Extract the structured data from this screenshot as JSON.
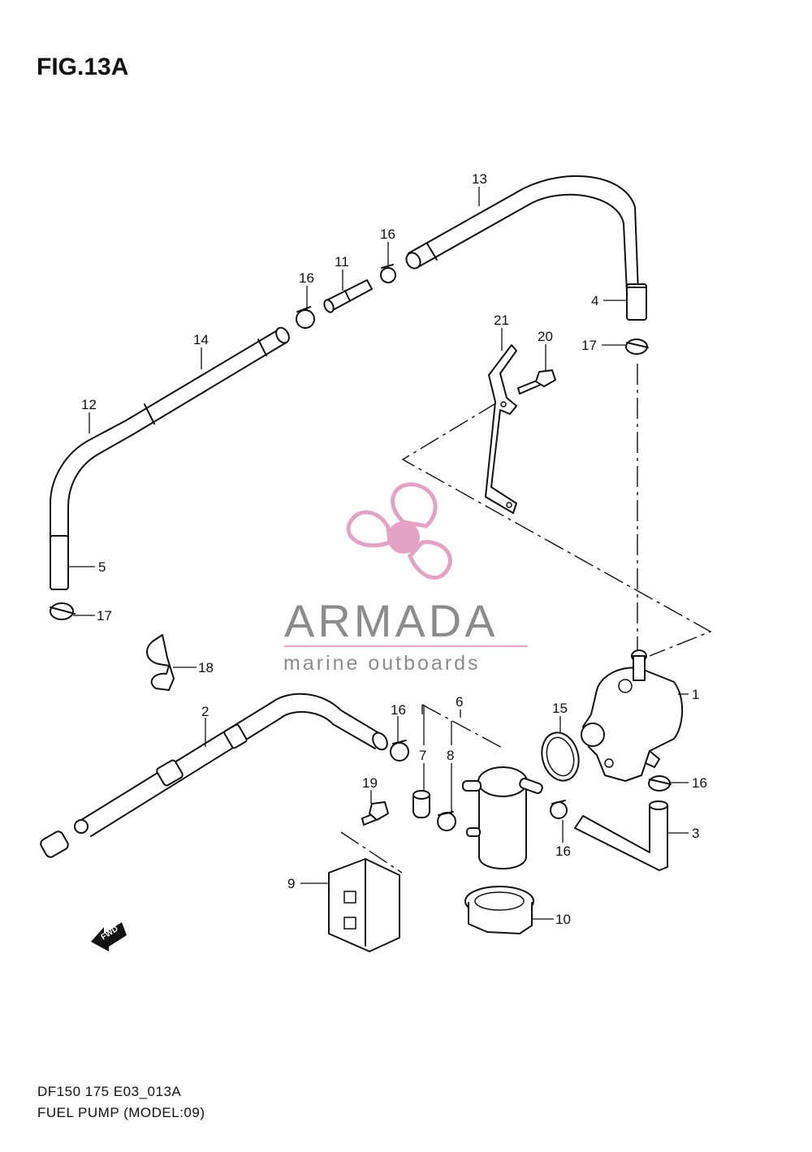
{
  "figure": {
    "title": "FIG.13A"
  },
  "watermark": {
    "brand": "ARMADA",
    "tagline": "marine outboards",
    "accent_color": "#e4a3c6",
    "text_color": "#8c8c8c"
  },
  "direction_marker": {
    "label": "FWD"
  },
  "footer": {
    "code": "DF150 175 E03_013A",
    "caption": "FUEL PUMP (MODEL:09)"
  },
  "callouts": {
    "c13": "13",
    "c16a": "16",
    "c11": "11",
    "c16b": "16",
    "c14": "14",
    "c4": "4",
    "c21": "21",
    "c20": "20",
    "c17a": "17",
    "c12": "12",
    "c5": "5",
    "c17b": "17",
    "c18": "18",
    "c2": "2",
    "c1": "1",
    "c6": "6",
    "c16c": "16",
    "c15": "15",
    "c7": "7",
    "c8": "8",
    "c16d": "16",
    "c19": "19",
    "c3": "3",
    "c16e": "16",
    "c9": "9",
    "c10": "10"
  }
}
